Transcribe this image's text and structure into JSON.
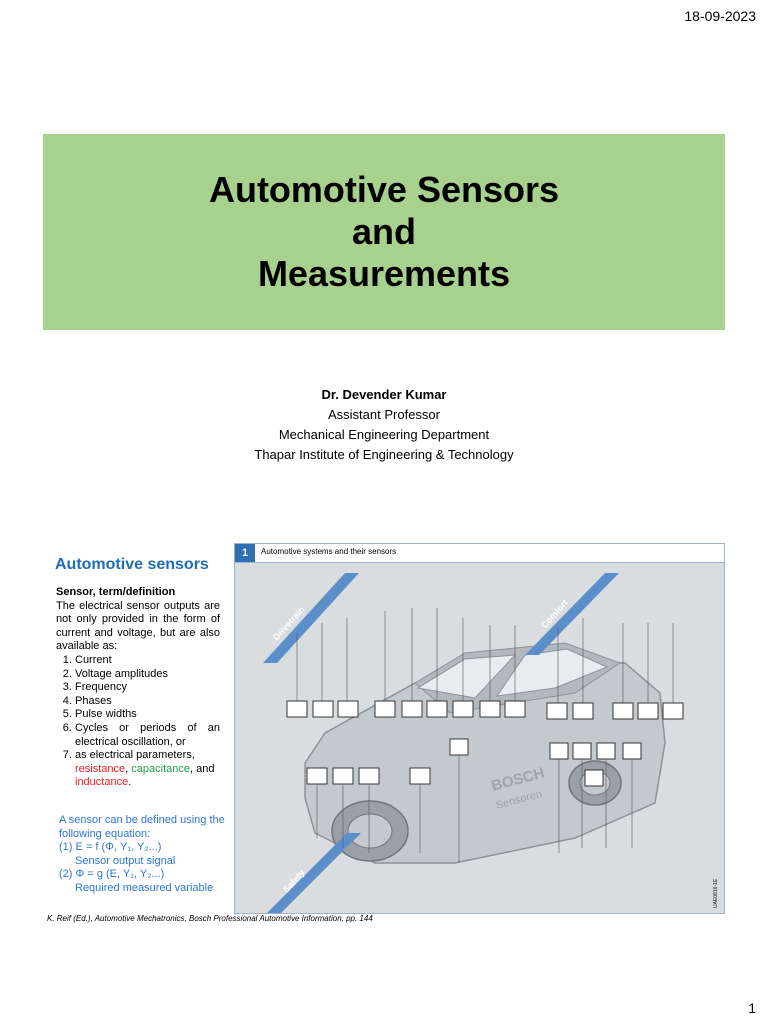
{
  "date": "18-09-2023",
  "title": {
    "line1": "Automotive Sensors",
    "line2": "and",
    "line3": "Measurements"
  },
  "author": {
    "name": "Dr. Devender Kumar",
    "position": "Assistant Professor",
    "department": "Mechanical Engineering Department",
    "institute": "Thapar Institute of Engineering & Technology"
  },
  "section": {
    "title": "Automotive sensors",
    "subtitle": "Sensor, term/definition",
    "intro": "The electrical sensor outputs are not only provided in the form of current and voltage, but are also available as:",
    "items": [
      "Current",
      "Voltage amplitudes",
      "Frequency",
      "Phases",
      "Pulse widths",
      "Cycles or periods of an electrical oscillation, or"
    ],
    "item7_prefix": "as electrical parameters,",
    "resistance": "resistance",
    "capacitance": "capacitance",
    "and": "and",
    "inductance": "inductance"
  },
  "equation": {
    "intro": "A sensor can be defined using the following equation:",
    "eq1": "(1)  E = f (Φ, Y₁, Y₂...)",
    "eq1_desc": "Sensor output signal",
    "eq2": "(2)  Φ = g (E, Y₁, Y₂...)",
    "eq2_desc": "Required measured variable"
  },
  "figure": {
    "number": "1",
    "caption": "Automotive systems and their sensors",
    "bands": {
      "drivetrain": "Drivetrain",
      "comfort": "Comfort",
      "safety": "Safety"
    },
    "brand": "BOSCH",
    "brand_sub": "Sensoren",
    "code": "UAE0816-1E"
  },
  "reference": "K. Reif (Ed.), Automotive Mechatronics, Bosch Professional Automotive Information, pp. 144",
  "page_number": "1"
}
